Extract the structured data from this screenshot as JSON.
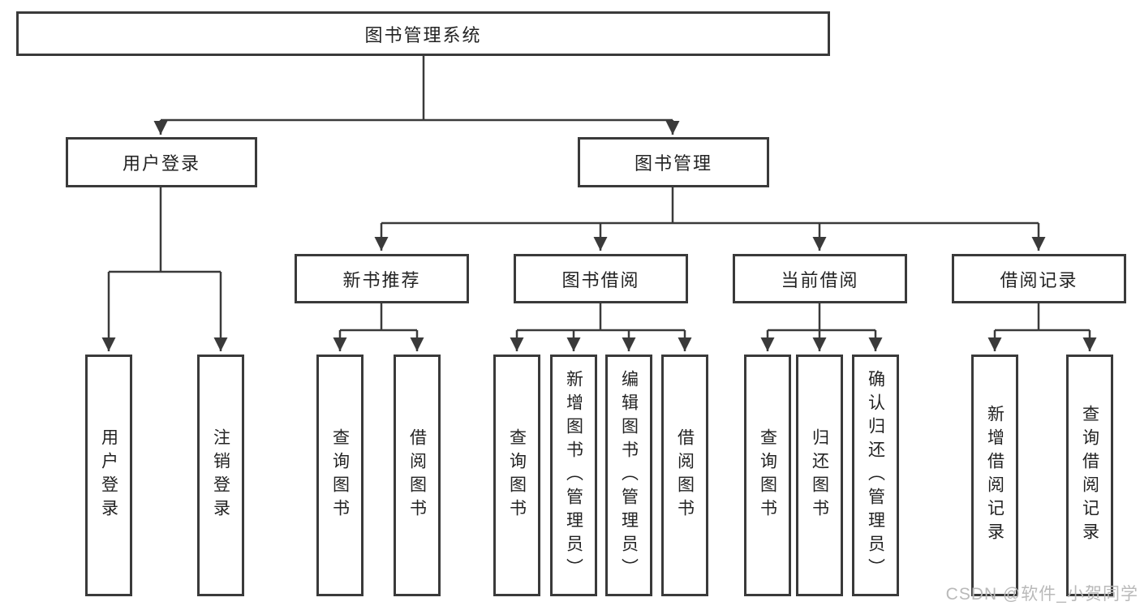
{
  "diagram": {
    "title": "图书管理系统",
    "root": {
      "label": "图书管理系统"
    },
    "level2": [
      {
        "label": "用户登录"
      },
      {
        "label": "图书管理"
      }
    ],
    "level3": [
      {
        "label": "新书推荐",
        "parent": "图书管理"
      },
      {
        "label": "图书借阅",
        "parent": "图书管理"
      },
      {
        "label": "当前借阅",
        "parent": "图书管理"
      },
      {
        "label": "借阅记录",
        "parent": "图书管理"
      }
    ],
    "leaves": [
      {
        "label": "用户登录",
        "parent": "用户登录"
      },
      {
        "label": "注销登录",
        "parent": "用户登录"
      },
      {
        "label": "查询图书",
        "parent": "新书推荐"
      },
      {
        "label": "借阅图书",
        "parent": "新书推荐"
      },
      {
        "label": "查询图书",
        "parent": "图书借阅"
      },
      {
        "label": "新增图书（管理员）",
        "parent": "图书借阅"
      },
      {
        "label": "编辑图书（管理员）",
        "parent": "图书借阅"
      },
      {
        "label": "借阅图书",
        "parent": "图书借阅"
      },
      {
        "label": "查询图书",
        "parent": "当前借阅"
      },
      {
        "label": "归还图书",
        "parent": "当前借阅"
      },
      {
        "label": "确认归还（管理员）",
        "parent": "当前借阅"
      },
      {
        "label": "新增借阅记录",
        "parent": "借阅记录"
      },
      {
        "label": "查询借阅记录",
        "parent": "借阅记录"
      }
    ],
    "colors": {
      "line": "#3a3a3a",
      "box_border": "#3a3a3a",
      "box_fill": "#ffffff",
      "text": "#232323",
      "background": "#ffffff"
    }
  },
  "watermark": {
    "text": "CSDN @软件_小贺同学",
    "color": "#b9b9b9"
  }
}
